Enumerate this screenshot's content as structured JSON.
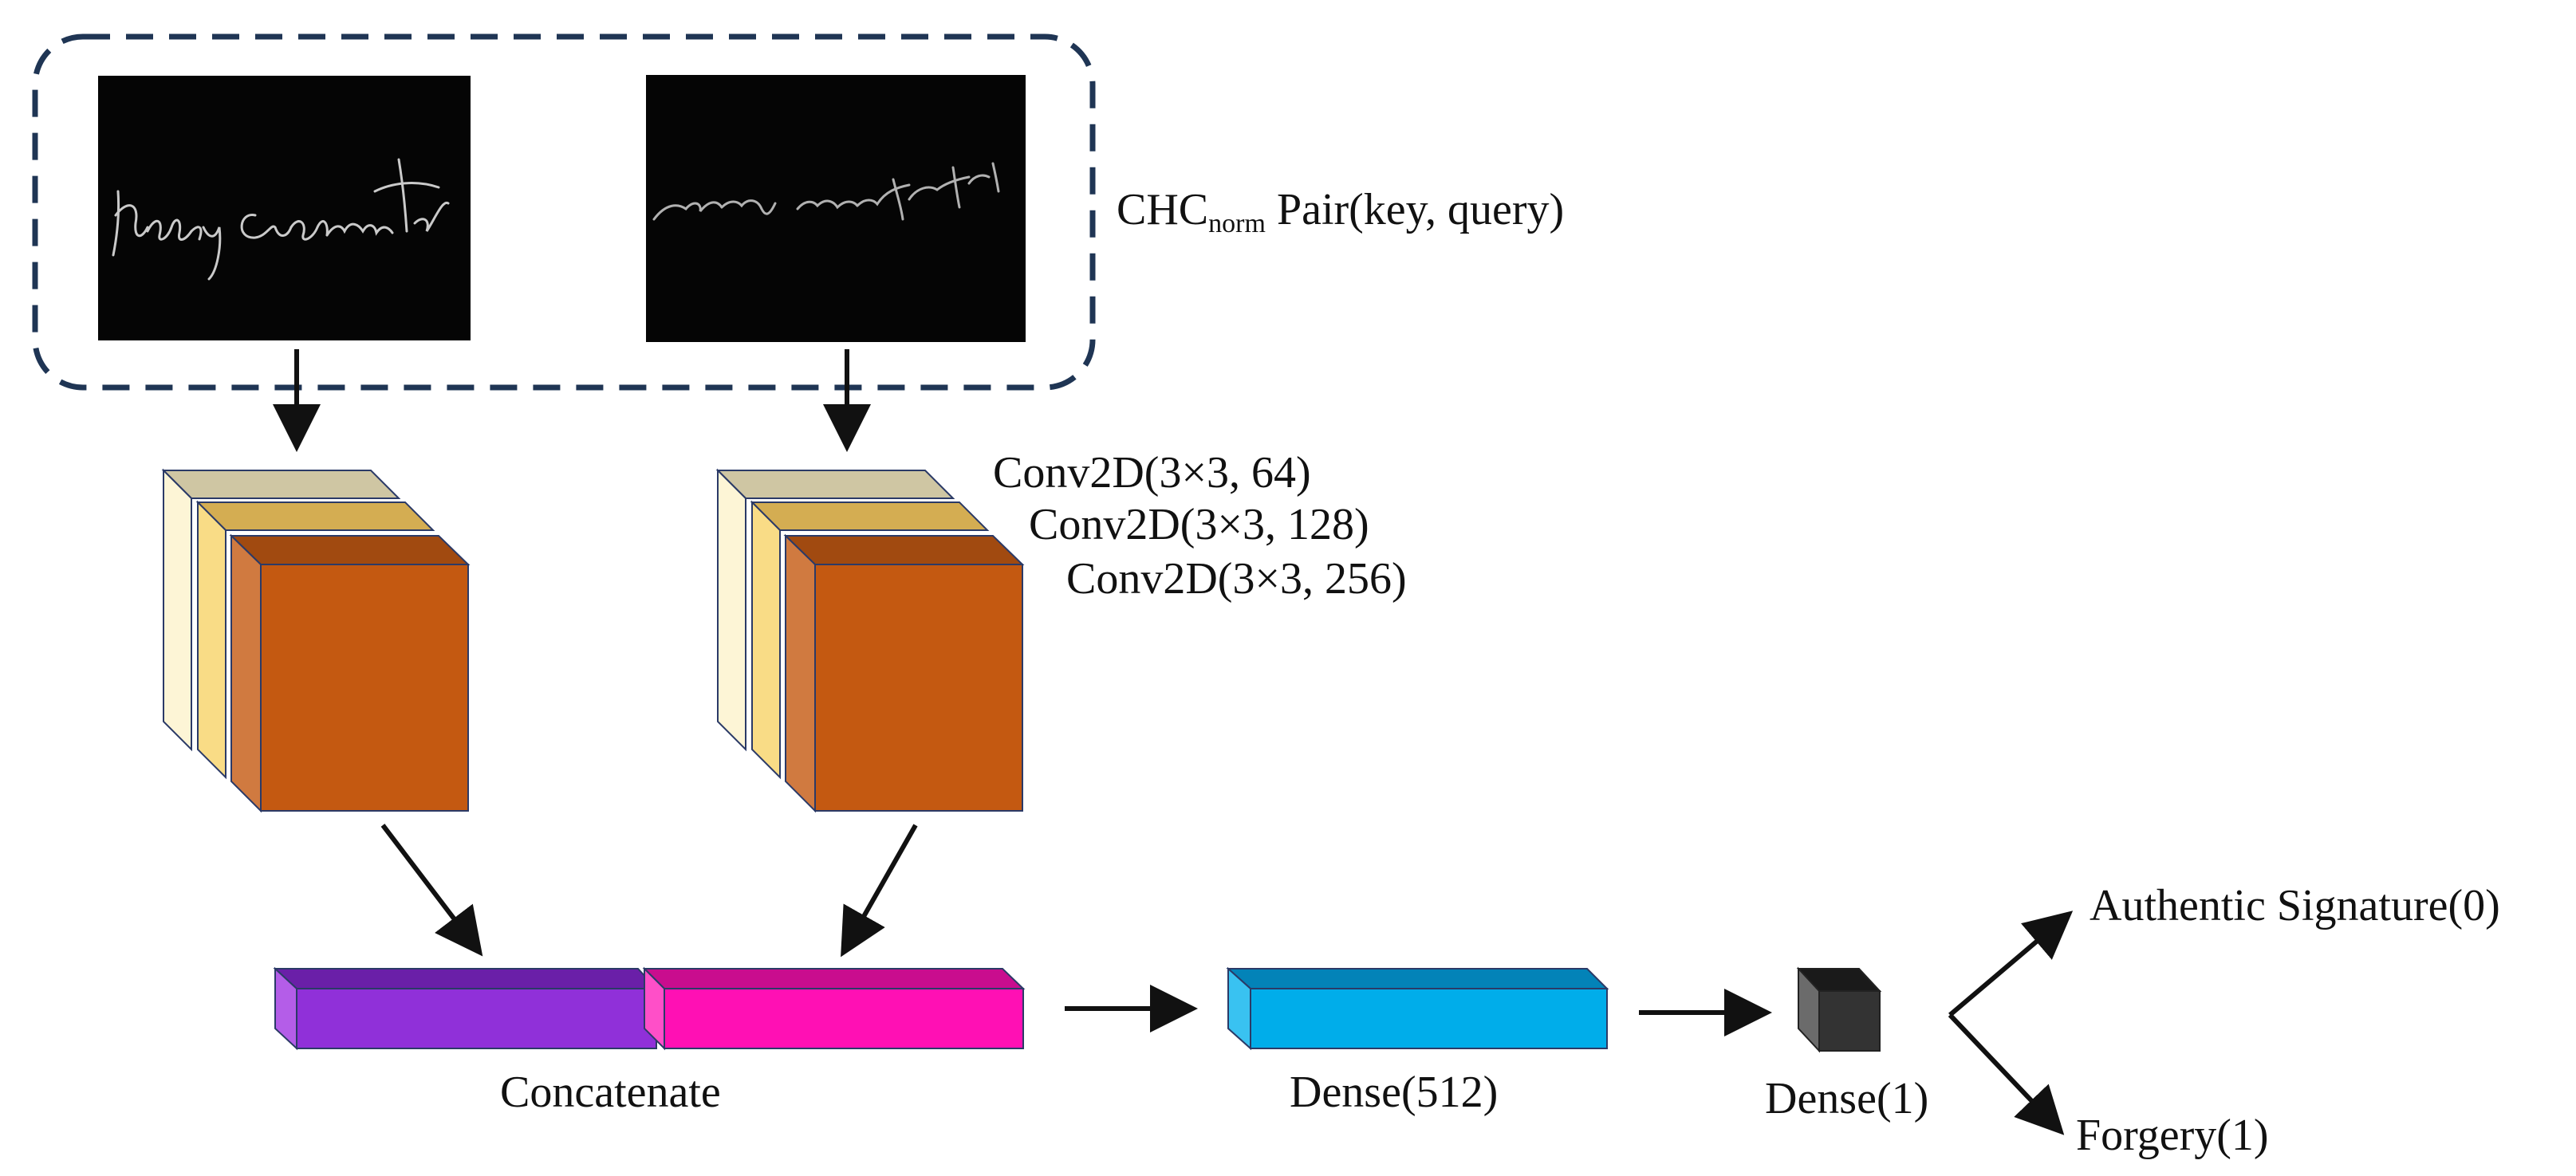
{
  "input": {
    "title": "CHC",
    "subscript": "norm",
    "suffix": " Pair(key, query)",
    "key_signature_text": "harry armstrong",
    "query_signature_text": "harry armstrong"
  },
  "conv_layers": [
    "Conv2D(3×3, 64)",
    "Conv2D(3×3, 128)",
    "Conv2D(3×3, 256)"
  ],
  "concat_label": "Concatenate",
  "dense_labels": [
    "Dense(512)",
    "Dense(1)"
  ],
  "outputs": [
    "Authentic Signature(0)",
    "Forgery(1)"
  ],
  "colors": {
    "dashed_border": "#1f3554",
    "layer1": "#fdf5d6",
    "layer2": "#f9dc86",
    "layer3": "#c45911",
    "concat_left": "#9030d9",
    "concat_right": "#ff10b4",
    "dense512": "#00adea",
    "dense1": "#333333"
  }
}
